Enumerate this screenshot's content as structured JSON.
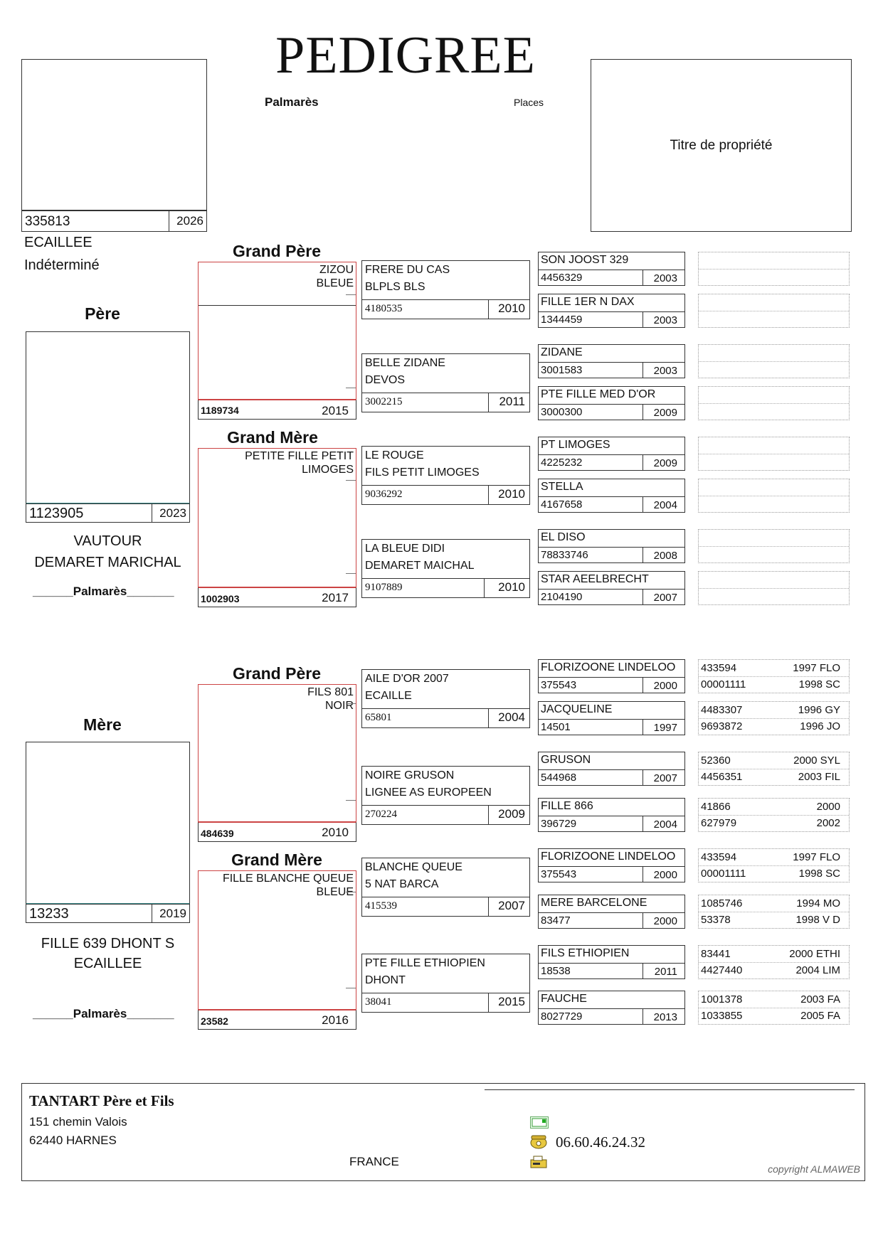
{
  "title": "PEDIGREE",
  "palmares_label": "Palmarès",
  "places_label": "Places",
  "title_box": "Titre de propriété",
  "subject": {
    "ring": "335813",
    "year": "2026",
    "color": "ECAILLEE",
    "sex": "Indéterminé"
  },
  "labels": {
    "pere": "Père",
    "mere": "Mère",
    "grand_pere": "Grand Père",
    "grand_mere": "Grand Mère",
    "palmares_line": "______Palmarès_______"
  },
  "father": {
    "ring": "1123905",
    "year": "2023",
    "name_line1": "VAUTOUR",
    "name_line2": "DEMARET MARICHAL"
  },
  "mother": {
    "ring": "13233",
    "year": "2019",
    "name_line1": "FILLE 639 DHONT S",
    "name_line2": "ECAILLEE"
  },
  "gp_paternal": {
    "name_line1": "ZIZOU",
    "name_line2": "BLEUE",
    "ring": "1189734",
    "year": "2015"
  },
  "gm_paternal": {
    "name_line1": "PETITE FILLE PETIT",
    "name_line2": "LIMOGES",
    "ring": "1002903",
    "year": "2017"
  },
  "gp_maternal": {
    "name_line1": "FILS 801",
    "name_line2": "NOIR",
    "ring": "484639",
    "year": "2010"
  },
  "gm_maternal": {
    "name_line1": "FILLE BLANCHE QUEUE",
    "name_line2": "BLEUE",
    "ring": "23582",
    "year": "2016"
  },
  "gen3": [
    {
      "line1": "FRERE DU CAS",
      "line2": "BLPLS BLS",
      "ring": "4180535",
      "year": "2010"
    },
    {
      "line1": "BELLE ZIDANE",
      "line2": "DEVOS",
      "ring": "3002215",
      "year": "2011"
    },
    {
      "line1": "LE ROUGE",
      "line2": "FILS PETIT LIMOGES",
      "ring": "9036292",
      "year": "2010"
    },
    {
      "line1": "LA BLEUE DIDI",
      "line2": "DEMARET MAICHAL",
      "ring": "9107889",
      "year": "2010"
    },
    {
      "line1": "AILE D'OR 2007",
      "line2": "ECAILLE",
      "ring": "65801",
      "year": "2004"
    },
    {
      "line1": "NOIRE GRUSON",
      "line2": "LIGNEE AS EUROPEEN",
      "ring": "270224",
      "year": "2009"
    },
    {
      "line1": "BLANCHE QUEUE",
      "line2": "5 NAT BARCA",
      "ring": "415539",
      "year": "2007"
    },
    {
      "line1": "PTE FILLE ETHIOPIEN",
      "line2": "DHONT",
      "ring": "38041",
      "year": "2015"
    }
  ],
  "gen4": [
    {
      "name": "SON JOOST 329",
      "ring": "4456329",
      "year": "2003"
    },
    {
      "name": "FILLE 1ER N DAX",
      "ring": "1344459",
      "year": "2003"
    },
    {
      "name": "ZIDANE",
      "ring": "3001583",
      "year": "2003"
    },
    {
      "name": "PTE FILLE MED D'OR",
      "ring": "3000300",
      "year": "2009"
    },
    {
      "name": "PT LIMOGES",
      "ring": "4225232",
      "year": "2009"
    },
    {
      "name": "STELLA",
      "ring": "4167658",
      "year": "2004"
    },
    {
      "name": "EL DISO",
      "ring": "78833746",
      "year": "2008"
    },
    {
      "name": "STAR AEELBRECHT",
      "ring": "2104190",
      "year": "2007"
    },
    {
      "name": "FLORIZOONE LINDELOO",
      "ring": "375543",
      "year": "2000"
    },
    {
      "name": "JACQUELINE",
      "ring": "14501",
      "year": "1997"
    },
    {
      "name": "GRUSON",
      "ring": "544968",
      "year": "2007"
    },
    {
      "name": "FILLE 866",
      "ring": "396729",
      "year": "2004"
    },
    {
      "name": "FLORIZOONE LINDELOO",
      "ring": "375543",
      "year": "2000"
    },
    {
      "name": "MERE BARCELONE",
      "ring": "83477",
      "year": "2000"
    },
    {
      "name": "FILS ETHIOPIEN",
      "ring": "18538",
      "year": "2011"
    },
    {
      "name": "FAUCHE",
      "ring": "8027729",
      "year": "2013"
    }
  ],
  "gen5": [
    {
      "a_ring": "",
      "a_info": "",
      "b_ring": "",
      "b_info": ""
    },
    {
      "a_ring": "",
      "a_info": "",
      "b_ring": "",
      "b_info": ""
    },
    {
      "a_ring": "",
      "a_info": "",
      "b_ring": "",
      "b_info": ""
    },
    {
      "a_ring": "",
      "a_info": "",
      "b_ring": "",
      "b_info": ""
    },
    {
      "a_ring": "",
      "a_info": "",
      "b_ring": "",
      "b_info": ""
    },
    {
      "a_ring": "",
      "a_info": "",
      "b_ring": "",
      "b_info": ""
    },
    {
      "a_ring": "",
      "a_info": "",
      "b_ring": "",
      "b_info": ""
    },
    {
      "a_ring": "",
      "a_info": "",
      "b_ring": "",
      "b_info": ""
    },
    {
      "a_ring": "433594",
      "a_info": "1997 FLO",
      "b_ring": "00001111",
      "b_info": "1998 SC"
    },
    {
      "a_ring": "4483307",
      "a_info": "1996 GY",
      "b_ring": "9693872",
      "b_info": "1996 JO"
    },
    {
      "a_ring": "52360",
      "a_info": "2000 SYL",
      "b_ring": "4456351",
      "b_info": "2003 FIL"
    },
    {
      "a_ring": "41866",
      "a_info": "2000",
      "b_ring": "627979",
      "b_info": "2002"
    },
    {
      "a_ring": "433594",
      "a_info": "1997 FLO",
      "b_ring": "00001111",
      "b_info": "1998 SC"
    },
    {
      "a_ring": "1085746",
      "a_info": "1994 MO",
      "b_ring": "53378",
      "b_info": "1998 V D"
    },
    {
      "a_ring": "83441",
      "a_info": "2000 ETHI",
      "b_ring": "4427440",
      "b_info": "2004 LIM"
    },
    {
      "a_ring": "1001378",
      "a_info": "2003 FA",
      "b_ring": "1033855",
      "b_info": "2005 FA"
    }
  ],
  "footer": {
    "owner": "TANTART Père et Fils",
    "address1": "151 chemin Valois",
    "address2": "62440 HARNES",
    "country": "FRANCE",
    "phone": "06.60.46.24.32",
    "copyright": "copyright ALMAWEB"
  },
  "icons": [
    "mail-icon",
    "phone-icon",
    "fax-icon"
  ]
}
